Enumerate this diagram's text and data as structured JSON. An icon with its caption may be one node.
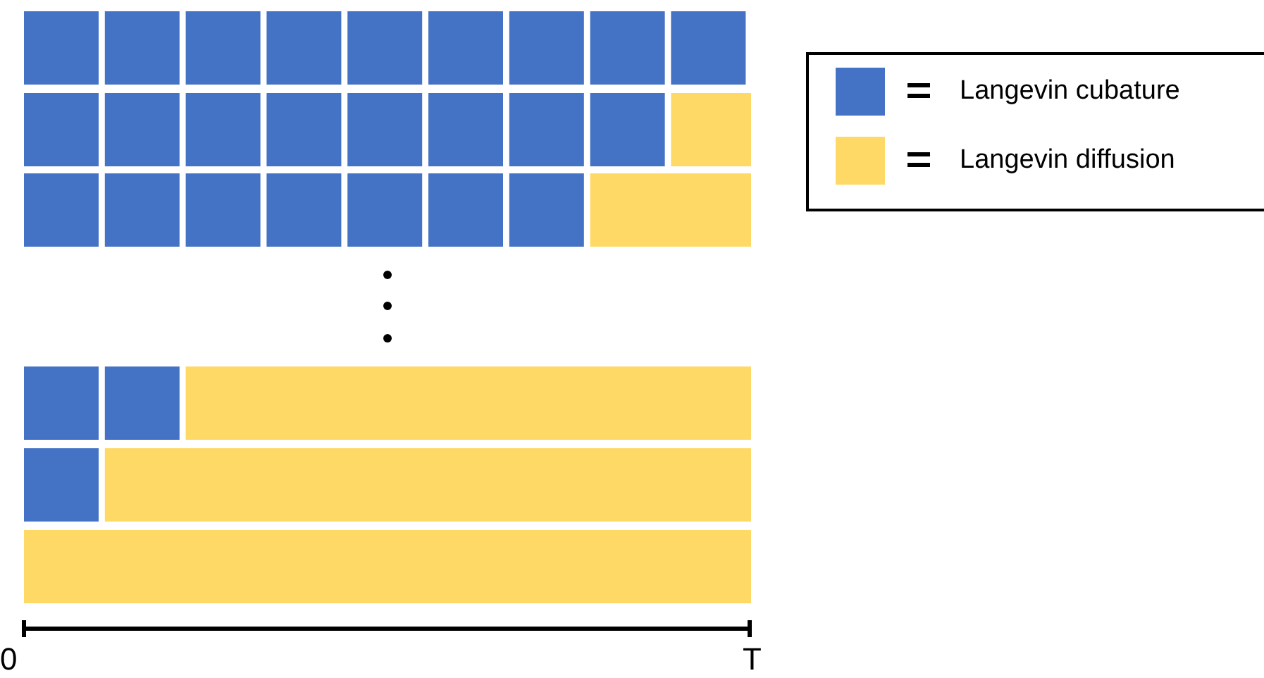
{
  "diagram": {
    "labels": [
      "0",
      "T"
    ],
    "legend": [
      {
        "text": "Langevin cubature",
        "color": "#4472c4"
      },
      {
        "text": "Langevin diffusion",
        "color": "#ffd966"
      }
    ]
  }
}
